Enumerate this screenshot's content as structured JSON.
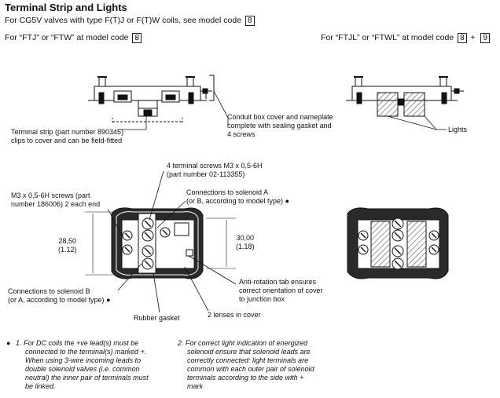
{
  "title": "Terminal Strip and Lights",
  "subtitle_text": "For CG5V valves with type F(T)J or F(T)W coils, see model code",
  "subtitle_code": "8",
  "left_caption_text": "For “FTJ” or “FTW” at model code",
  "left_caption_code": "8",
  "right_caption_text": "For “FTJL” or “FTWL” at model code",
  "right_caption_code1": "8",
  "right_caption_plus": "+",
  "right_caption_code2": "9",
  "labels": {
    "terminal_strip": [
      "Terminal strip (part number 890345)",
      "clips to cover and can be field-fitted"
    ],
    "conduit": [
      "Conduit box cover and nameplate",
      "complete with sealing gasket and",
      "4 screws"
    ],
    "lights": "Lights",
    "terminal_screws": [
      "4 terminal screws M3 x 0,5-6H",
      "(part number 02-113355)"
    ],
    "connections_a": [
      "Connections to solenoid A",
      "(or B, according to model type)"
    ],
    "m3_screws": [
      "M3 x 0,5-6H screws (part",
      "number 186006) 2 each end"
    ],
    "dim_left": [
      "28,50",
      "(1.12)"
    ],
    "dim_right": [
      "30,00",
      "(1.18)"
    ],
    "connections_b": [
      "Connections to solenoid B",
      "(or A, according to model type)"
    ],
    "anti_rotation": [
      "Anti-rotation tab ensures",
      "correct orientation of cover",
      "to junction box"
    ],
    "rubber_gasket": "Rubber gasket",
    "lenses": "2 lenses in cover",
    "bullet": "●"
  },
  "notes": {
    "note1": [
      "1. For DC coils the +ve lead(s) must be",
      "connected to the terminal(s) marked +.",
      "When using 3-wire incoming leads to",
      "double solenoid valves (i.e. common",
      "neutral) the inner pair of terminals must",
      "be linked."
    ],
    "note2": [
      "2. For correct light indication of energized",
      "solenoid ensure that solenoid leads are",
      "correctly connected: light terminals are",
      "common with each outer pair of solenoid",
      "terminals according to the side with +",
      "mark"
    ]
  },
  "colors": {
    "ink": "#111111",
    "dark_fill": "#2a2a2a",
    "hatch": "#555555"
  },
  "icons": [
    "bullet-icon"
  ]
}
